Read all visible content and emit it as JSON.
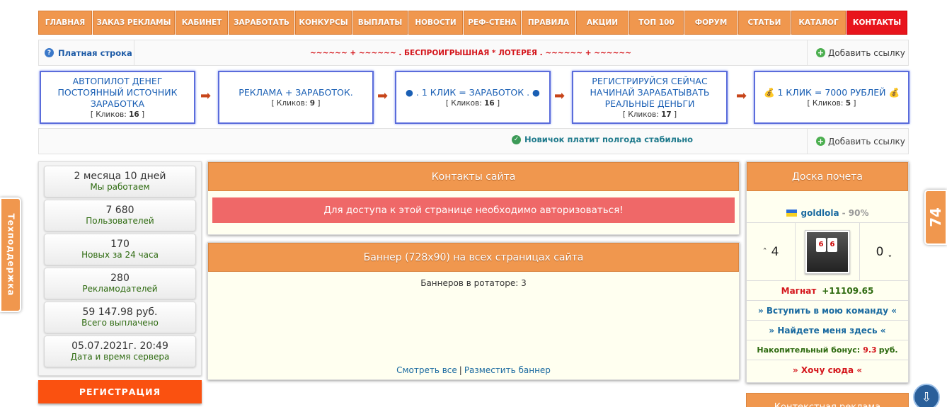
{
  "nav": [
    {
      "label": "ГЛАВНАЯ",
      "w": 76
    },
    {
      "label": "ЗАКАЗ РЕКЛАМЫ",
      "w": 116
    },
    {
      "label": "КАБИНЕТ",
      "w": 74
    },
    {
      "label": "ЗАРАБОТАТЬ",
      "w": 93
    },
    {
      "label": "КОНКУРСЫ",
      "w": 80
    },
    {
      "label": "ВЫПЛАТЫ",
      "w": 78
    },
    {
      "label": "НОВОСТИ",
      "w": 77
    },
    {
      "label": "РЕФ-СТЕНА",
      "w": 81
    },
    {
      "label": "ПРАВИЛА",
      "w": 76
    },
    {
      "label": "АКЦИИ",
      "w": 74
    },
    {
      "label": "ТОП 100",
      "w": 77
    },
    {
      "label": "ФОРУМ",
      "w": 75
    },
    {
      "label": "СТАТЬИ",
      "w": 74
    },
    {
      "label": "КАТАЛОГ",
      "w": 77
    },
    {
      "label": "КОНТАКТЫ",
      "w": 86,
      "active": true
    }
  ],
  "ticker": {
    "label": "Платная строка",
    "text": "~~~~~~ + ~~~~~~ . БЕСПРОИГРЫШНАЯ * ЛОТЕРЕЯ . ~~~~~~ + ~~~~~~",
    "add_link": "Добавить ссылку"
  },
  "ads": [
    {
      "title": "АВТОПИЛОТ ДЕНЕГ ПОСТОЯННЫЙ ИСТОЧНИК ЗАРАБОТКА",
      "clicks": "16"
    },
    {
      "title": "РЕКЛАМА + ЗАРАБОТОК.",
      "clicks": "9"
    },
    {
      "title": "● . 1 КЛИК = ЗАРАБОТОК . ●",
      "clicks": "16"
    },
    {
      "title": "РЕГИСТРИРУЙСЯ СЕЙЧАС НАЧИНАЙ ЗАРАБАТЫВАТЬ РЕАЛЬНЫЕ ДЕНЬГИ",
      "clicks": "17"
    },
    {
      "title": "💰 1 КЛИК = 7000 РУБЛЕЙ 💰",
      "clicks": "5"
    }
  ],
  "ad_clicks_label": "Кликов:",
  "notice": {
    "text": "Новичок платит полгода стабильно",
    "add_link": "Добавить ссылку"
  },
  "side_tab": "Техподдержка",
  "stats": [
    {
      "value": "2 месяца 10 дней",
      "label": "Мы работаем"
    },
    {
      "value": "7 680",
      "label": "Пользователей"
    },
    {
      "value": "170",
      "label": "Новых за 24 часа"
    },
    {
      "value": "280",
      "label": "Рекламодателей"
    },
    {
      "value": "59 147.98 руб.",
      "label": "Всего выплачено"
    },
    {
      "value": "05.07.2021г. 20:49",
      "label": "Дата и время сервера"
    }
  ],
  "register": "РЕГИСТРАЦИЯ",
  "contacts": {
    "title": "Контакты сайта",
    "alert": "Для доступа к этой странице необходимо авторизоваться!"
  },
  "banner": {
    "title": "Баннер (728x90) на всех страницах сайта",
    "count_label": "Баннеров в ротаторе:",
    "count": "3",
    "view_all": "Смотреть все",
    "place": "Разместить баннер"
  },
  "honor": {
    "title": "Доска почета",
    "user": "goldlola",
    "pct": "- 90%",
    "up": "4",
    "down": "0",
    "rank_label": "Магнат",
    "rank_value": "+11109.65",
    "join": "» Вступить в мою команду «",
    "find": "» Найдете меня здесь «",
    "bonus_label": "Накопительный бонус:",
    "bonus_value": "9.3",
    "bonus_unit": "руб.",
    "want": "» Хочу сюда «"
  },
  "bottom_panel": "Контекстная реклама",
  "counter": "74"
}
